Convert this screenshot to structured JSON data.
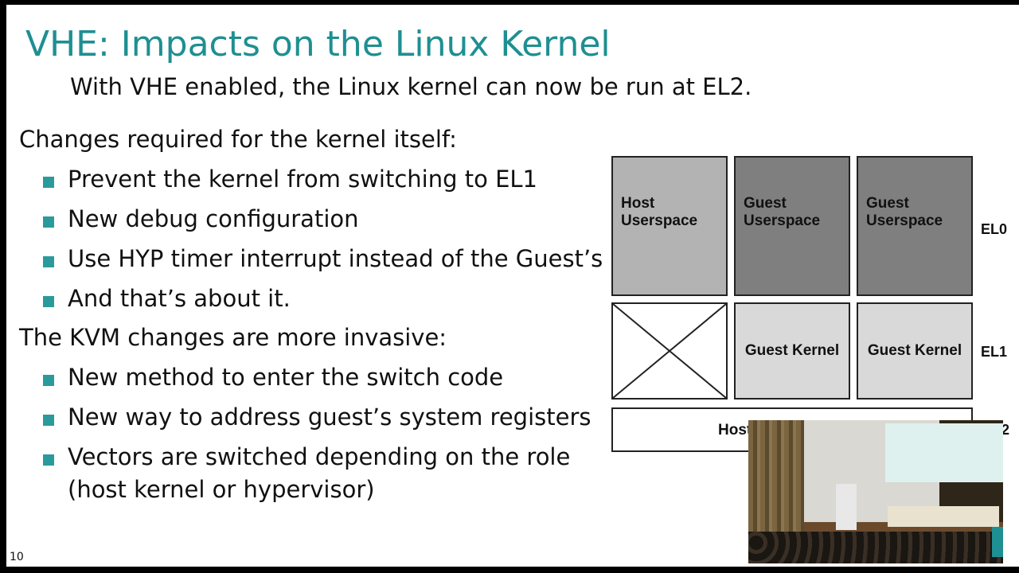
{
  "slide": {
    "title": "VHE: Impacts on the Linux Kernel",
    "subtitle": "With VHE enabled, the Linux kernel can now be run at EL2.",
    "section1_heading": "Changes required for the kernel itself:",
    "section1_bullets": [
      "Prevent the kernel from switching to EL1",
      "New debug configuration",
      "Use HYP timer interrupt instead of the Guest’s",
      "And that’s about it."
    ],
    "section2_heading": "The KVM changes are more invasive:",
    "section2_bullets": [
      "New method to enter the switch code",
      "New way to address guest’s system registers",
      "Vectors are switched depending on the role"
    ],
    "section2_bullet3_cont": "(host kernel or hypervisor)",
    "page_number": "10"
  },
  "diagram": {
    "host_userspace": [
      "Host",
      "Userspace"
    ],
    "guest_userspace_1": [
      "Guest",
      "Userspace"
    ],
    "guest_userspace_2": [
      "Guest",
      "Userspace"
    ],
    "guest_kernel_1": "Guest Kernel",
    "guest_kernel_2": "Guest Kernel",
    "host_bar_visible": "Host",
    "el0": "EL0",
    "el1": "EL1",
    "el2_partial": "2",
    "colors": {
      "host_userspace_fill": "#b3b3b3",
      "guest_userspace_fill": "#7f7f7f",
      "guest_kernel_fill": "#d9d9d9",
      "accent": "#1e8f92"
    }
  },
  "video_overlay": {
    "description_icon": "video-thumbnail"
  }
}
